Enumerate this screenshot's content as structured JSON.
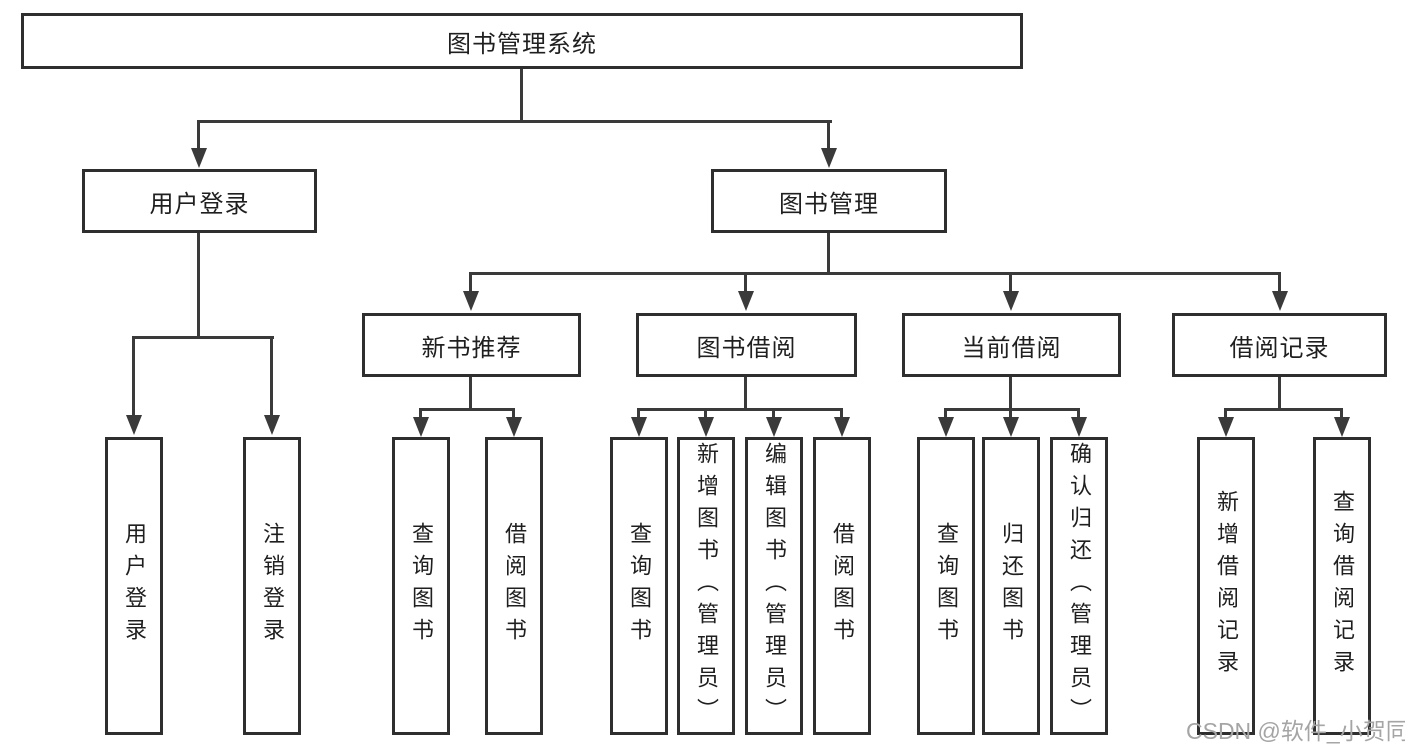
{
  "tree": {
    "root": "图书管理系统",
    "branches": [
      {
        "label": "用户登录",
        "leaves": [
          "用户登录",
          "注销登录"
        ]
      },
      {
        "label": "图书管理",
        "groups": [
          {
            "label": "新书推荐",
            "leaves": [
              "查询图书",
              "借阅图书"
            ]
          },
          {
            "label": "图书借阅",
            "leaves": [
              "查询图书",
              "新增图书（管理员）",
              "编辑图书（管理员）",
              "借阅图书"
            ]
          },
          {
            "label": "当前借阅",
            "leaves": [
              "查询图书",
              "归还图书",
              "确认归还（管理员）"
            ]
          },
          {
            "label": "借阅记录",
            "leaves": [
              "新增借阅记录",
              "查询借阅记录"
            ]
          }
        ]
      }
    ]
  },
  "watermark": "CSDN @软件_小贺同学",
  "colors": {
    "line": "#3a3a3a",
    "box_border": "#2e2e2e",
    "text": "#1f1f1f",
    "watermark": "#a5a5a5",
    "background": "#ffffff"
  }
}
